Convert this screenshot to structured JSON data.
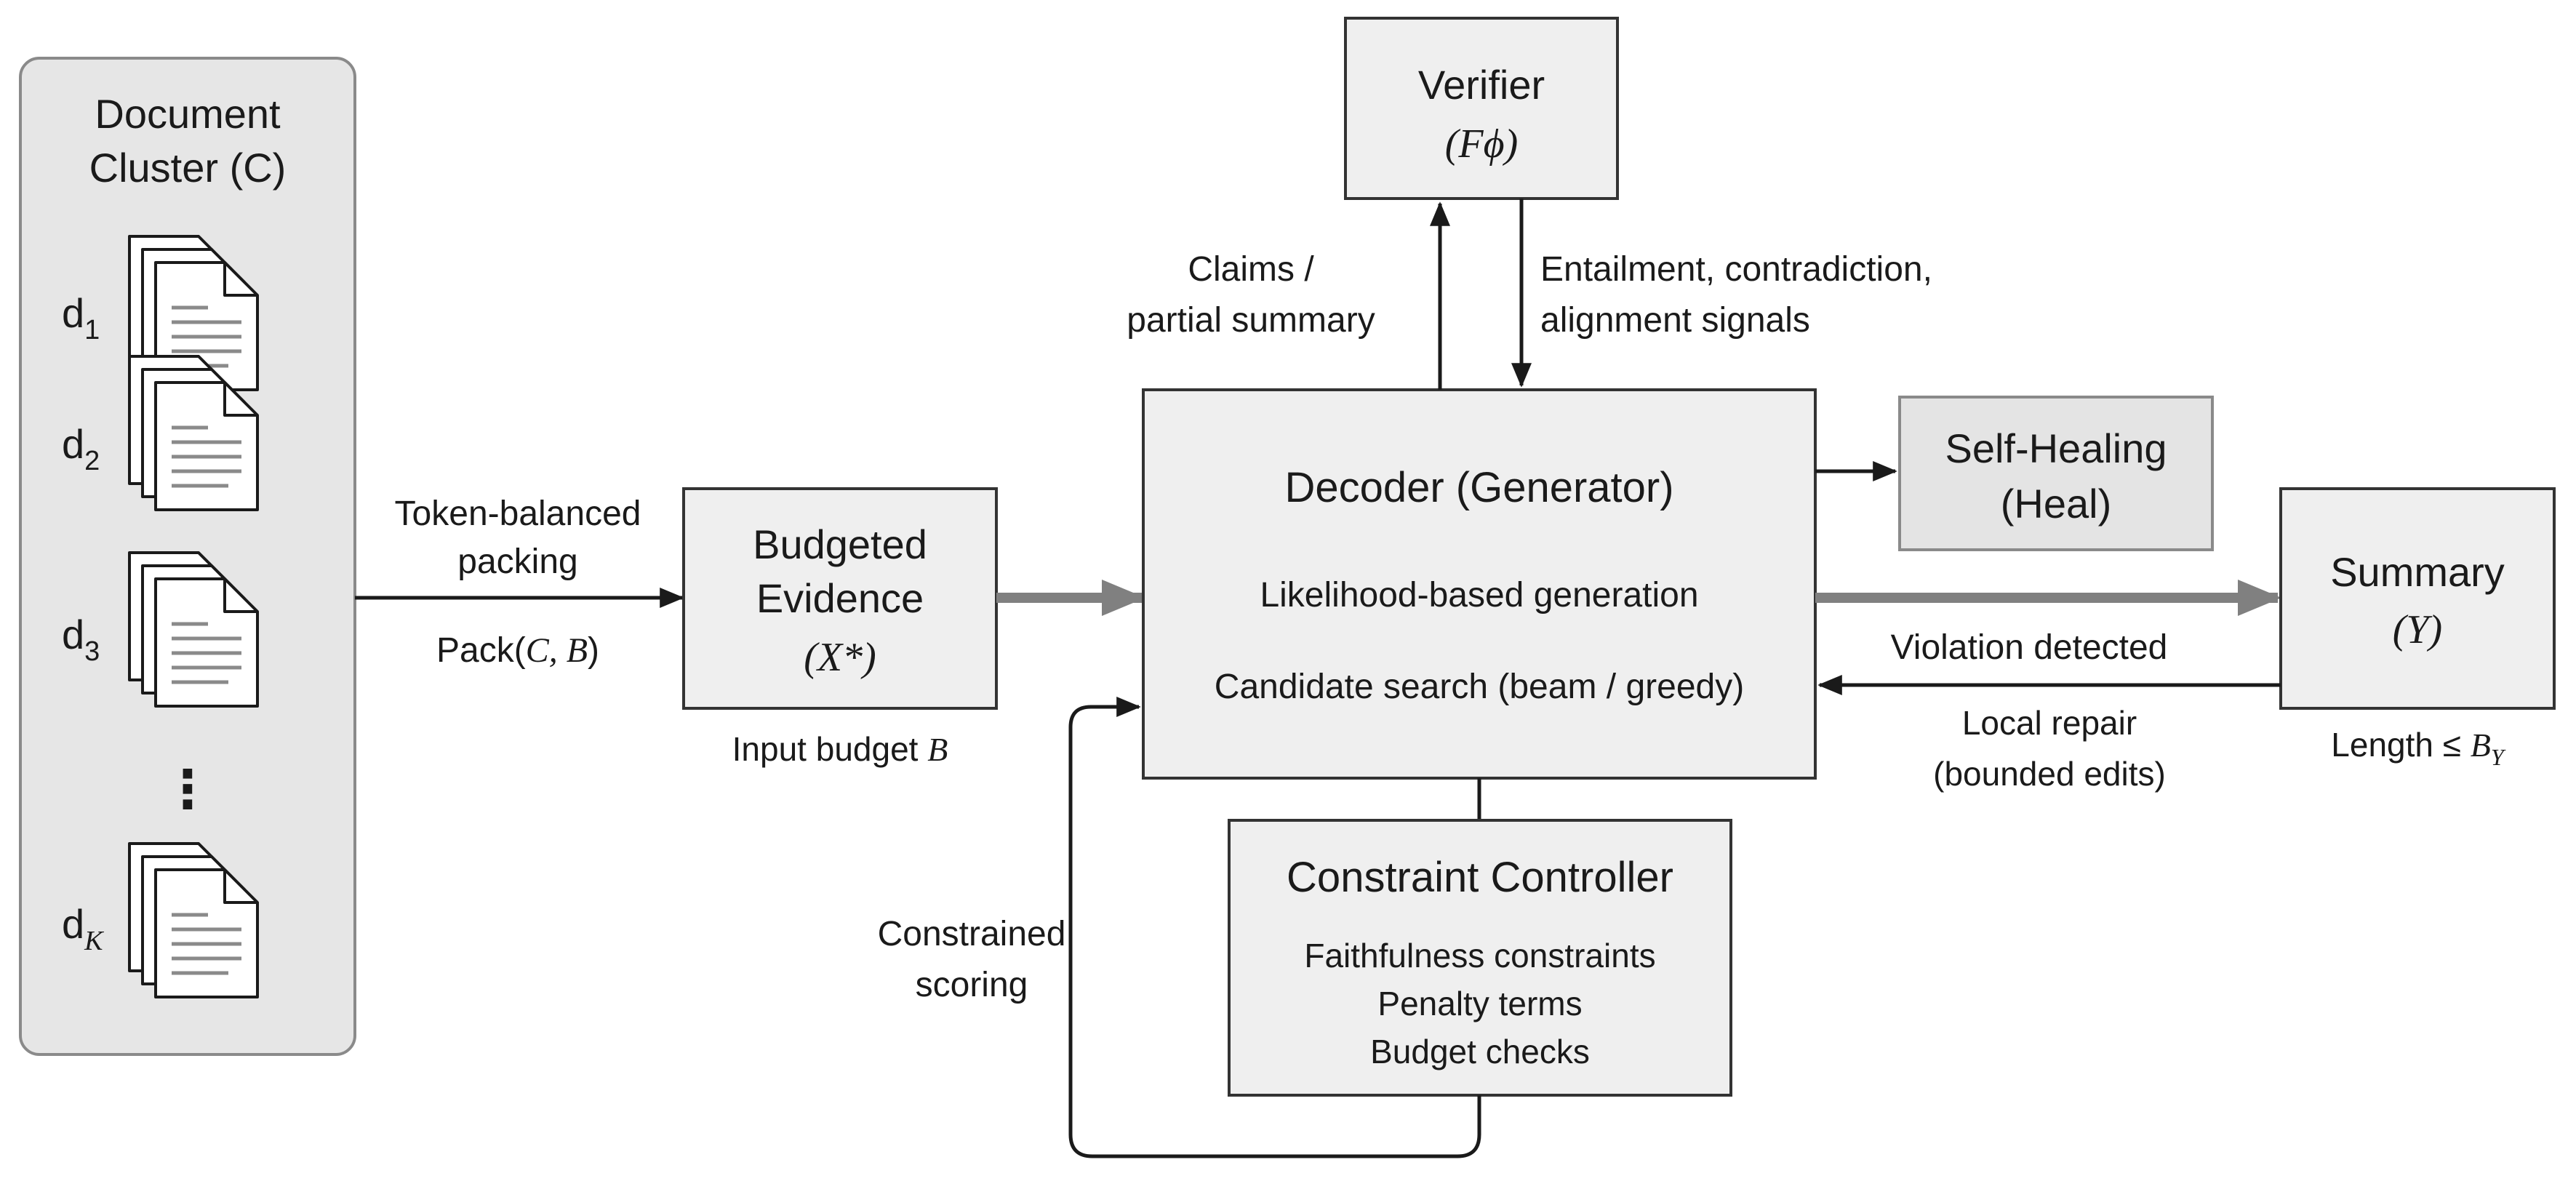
{
  "cluster": {
    "title_line1": "Document",
    "title_line2": "Cluster (C)",
    "docs": [
      {
        "base": "d",
        "sub": "1"
      },
      {
        "base": "d",
        "sub": "2"
      },
      {
        "base": "d",
        "sub": "3"
      },
      {
        "base": "d",
        "sub": "K"
      }
    ],
    "ellipsis": "⋮"
  },
  "packing": {
    "label_line1": "Token-balanced",
    "label_line2": "packing",
    "formula_prefix": "Pack(",
    "formula_args": "C, B",
    "formula_suffix": ")"
  },
  "budgeted": {
    "line1": "Budgeted",
    "line2": "Evidence",
    "symbol": "(X*)",
    "caption_prefix": "Input budget ",
    "caption_var": "B"
  },
  "decoder": {
    "title": "Decoder (Generator)",
    "line1": "Likelihood-based generation",
    "line2": "Candidate search (beam / greedy)"
  },
  "verifier": {
    "title": "Verifier",
    "symbol": "(Fϕ)",
    "claims_line1": "Claims /",
    "claims_line2": "partial summary",
    "signals_line1": "Entailment, contradiction,",
    "signals_line2": "alignment signals"
  },
  "heal": {
    "line1": "Self-Healing",
    "line2": "(Heal)"
  },
  "summary": {
    "title": "Summary",
    "symbol": "(Y)",
    "caption_prefix": "Length ≤ ",
    "caption_var": "B",
    "caption_sub": "Y"
  },
  "repair": {
    "violation": "Violation detected",
    "repair_line1": "Local repair",
    "repair_line2": "(bounded edits)"
  },
  "controller": {
    "title": "Constraint Controller",
    "items": [
      "Faithfulness constraints",
      "Penalty terms",
      "Budget checks"
    ],
    "loop_line1": "Constrained",
    "loop_line2": "scoring"
  },
  "colors": {
    "box_fill": "#efefef",
    "heal_fill": "#e4e4e4",
    "cluster_fill": "#e6e6e6",
    "stroke": "#333333",
    "thick_arrow": "#808080",
    "doc_fill": "#ffffff",
    "doc_line": "#8a8a8a"
  }
}
